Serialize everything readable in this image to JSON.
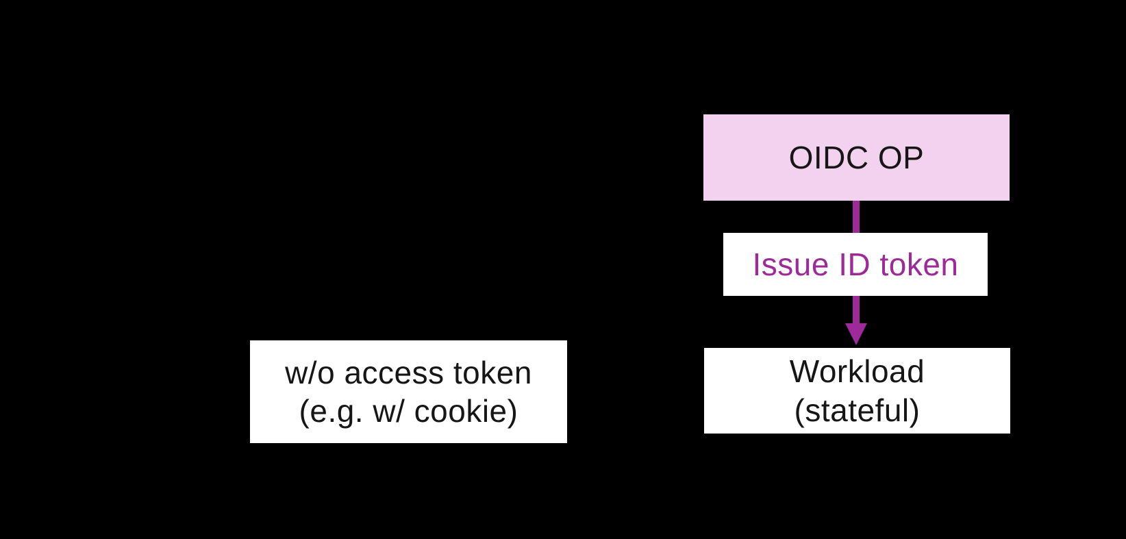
{
  "colors": {
    "background": "#000000",
    "node-pink": "#f2d2ee",
    "node-white": "#ffffff",
    "accent-purple": "#9e2a9a",
    "ink": "#161616"
  },
  "nodes": {
    "client": {
      "line1": "w/o access token",
      "line2": "(e.g. w/ cookie)"
    },
    "oidc_op": {
      "label": "OIDC OP"
    },
    "edge_label": {
      "label": "Issue ID token"
    },
    "workload": {
      "line1": "Workload",
      "line2": "(stateful)"
    }
  },
  "edges": {
    "issue_id_token": {
      "from": "oidc_op",
      "to": "workload",
      "direction": "down",
      "color": "#9e2a9a"
    }
  }
}
